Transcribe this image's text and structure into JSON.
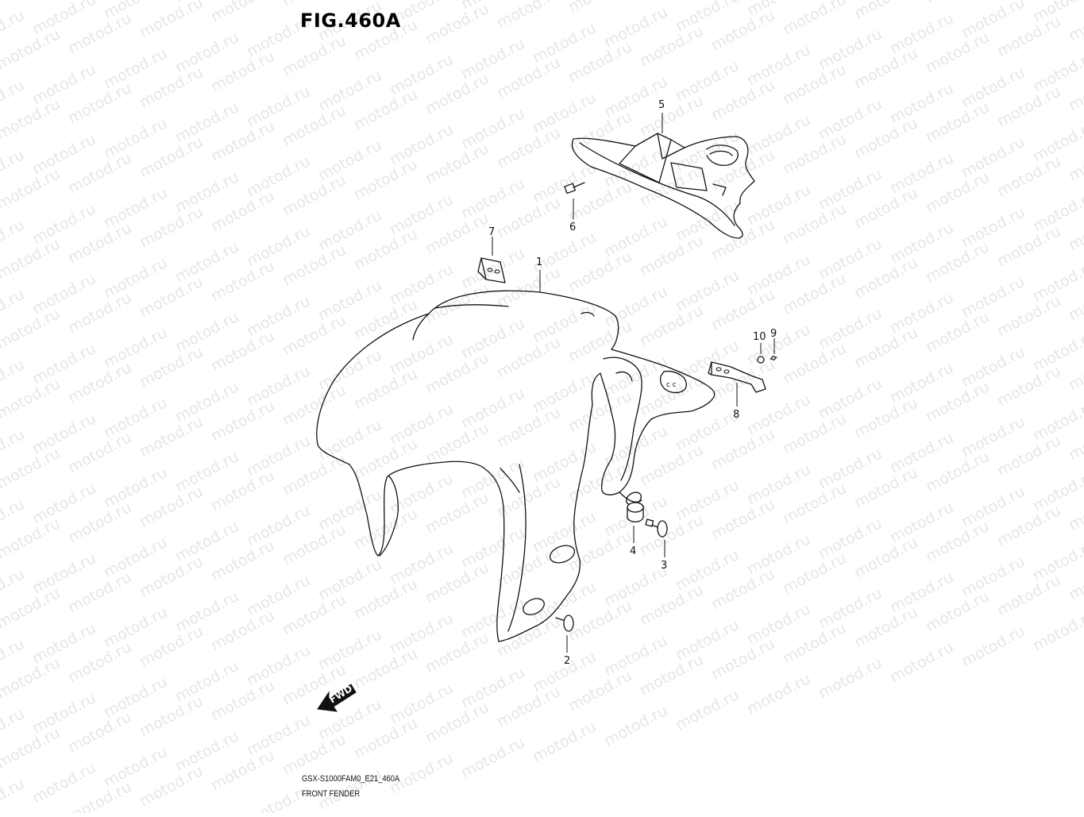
{
  "figure": {
    "title": "FIG.460A",
    "model_code": "GSX-S1000FAM0_E21_460A",
    "name": "FRONT FENDER"
  },
  "watermark": {
    "text": "motod.ru"
  },
  "fwd_label": "FWD",
  "callouts": [
    {
      "id": "1",
      "label": "1"
    },
    {
      "id": "2",
      "label": "2"
    },
    {
      "id": "3",
      "label": "3"
    },
    {
      "id": "4",
      "label": "4"
    },
    {
      "id": "5",
      "label": "5"
    },
    {
      "id": "6",
      "label": "6"
    },
    {
      "id": "7",
      "label": "7"
    },
    {
      "id": "8",
      "label": "8"
    },
    {
      "id": "9",
      "label": "9"
    },
    {
      "id": "10",
      "label": "10"
    }
  ]
}
